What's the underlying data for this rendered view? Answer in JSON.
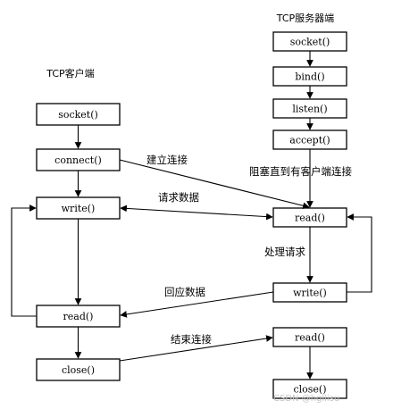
{
  "server": {
    "title": "TCP服务器端",
    "boxes": [
      "socket()",
      "bind()",
      "listen()",
      "accept()",
      "read()",
      "write()",
      "read()",
      "close()"
    ]
  },
  "client": {
    "title": "TCP客户端",
    "boxes": [
      "socket()",
      "connect()",
      "write()",
      "read()",
      "close()"
    ]
  },
  "labels": {
    "connect": "建立连接",
    "block": "阻塞直到有客户端连接",
    "request": "请求数据",
    "process": "处理请求",
    "reply": "回应数据",
    "end": "结束连接"
  },
  "watermark": "CSDN @hgliisu"
}
